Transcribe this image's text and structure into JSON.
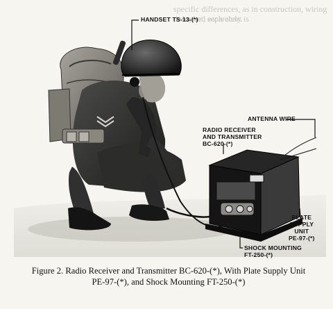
{
  "page_text": {
    "line1": "specific differences, as in construction, wiring or layout, each chart is",
    "line2": "described separately."
  },
  "labels": {
    "handset": "HANDSET TS-13-(*)",
    "antenna": "ANTENNA WIRE",
    "radio_line1": "RADIO RECEIVER",
    "radio_line2": "AND TRANSMITTER",
    "radio_line3": "BC-620-(*)",
    "plate_line1": "PLATE",
    "plate_line2": "SUPPLY",
    "plate_line3": "UNIT",
    "plate_line4": "PE-97-(*)",
    "shock_line1": "SHOCK MOUNTING",
    "shock_line2": "FT-250-(*)"
  },
  "caption": {
    "line1": "Figure 2. Radio Receiver and Transmitter BC-620-(*), With Plate Supply Unit",
    "line2": "PE-97-(*), and Shock Mounting FT-250-(*)"
  }
}
